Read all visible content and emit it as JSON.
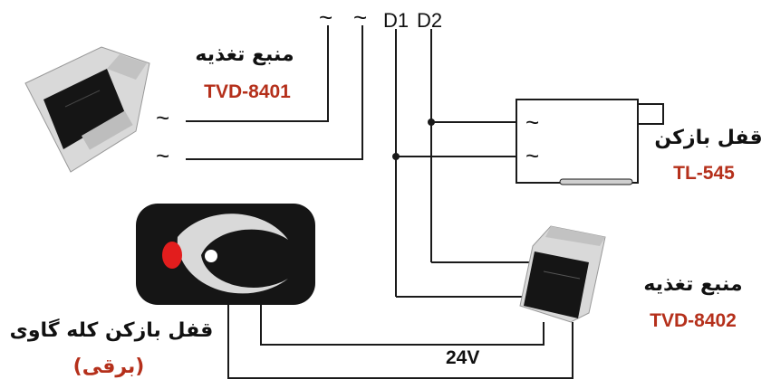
{
  "colors": {
    "wire": "#1a1a1a",
    "model_text": "#b5301b",
    "device_body": "#151515",
    "device_case": "#d9d9d9",
    "lock_red": "#e21d1d"
  },
  "terminals": {
    "ac1": "~",
    "ac2": "~",
    "d1": "D1",
    "d2": "D2",
    "supply1_in1": "~",
    "supply1_in2": "~",
    "lock_in1": "~",
    "lock_in2": "~"
  },
  "supply_top": {
    "title": "منبع تغذیه",
    "model": "TVD-8401"
  },
  "door_lock": {
    "title": "قفل بازکن",
    "model": "TL-545"
  },
  "supply_bottom": {
    "title": "منبع تغذیه",
    "model": "TVD-8402"
  },
  "electric_lock": {
    "title": "قفل بازکن کله گاوی",
    "subtitle": "(برقی)"
  },
  "voltage": "24V"
}
